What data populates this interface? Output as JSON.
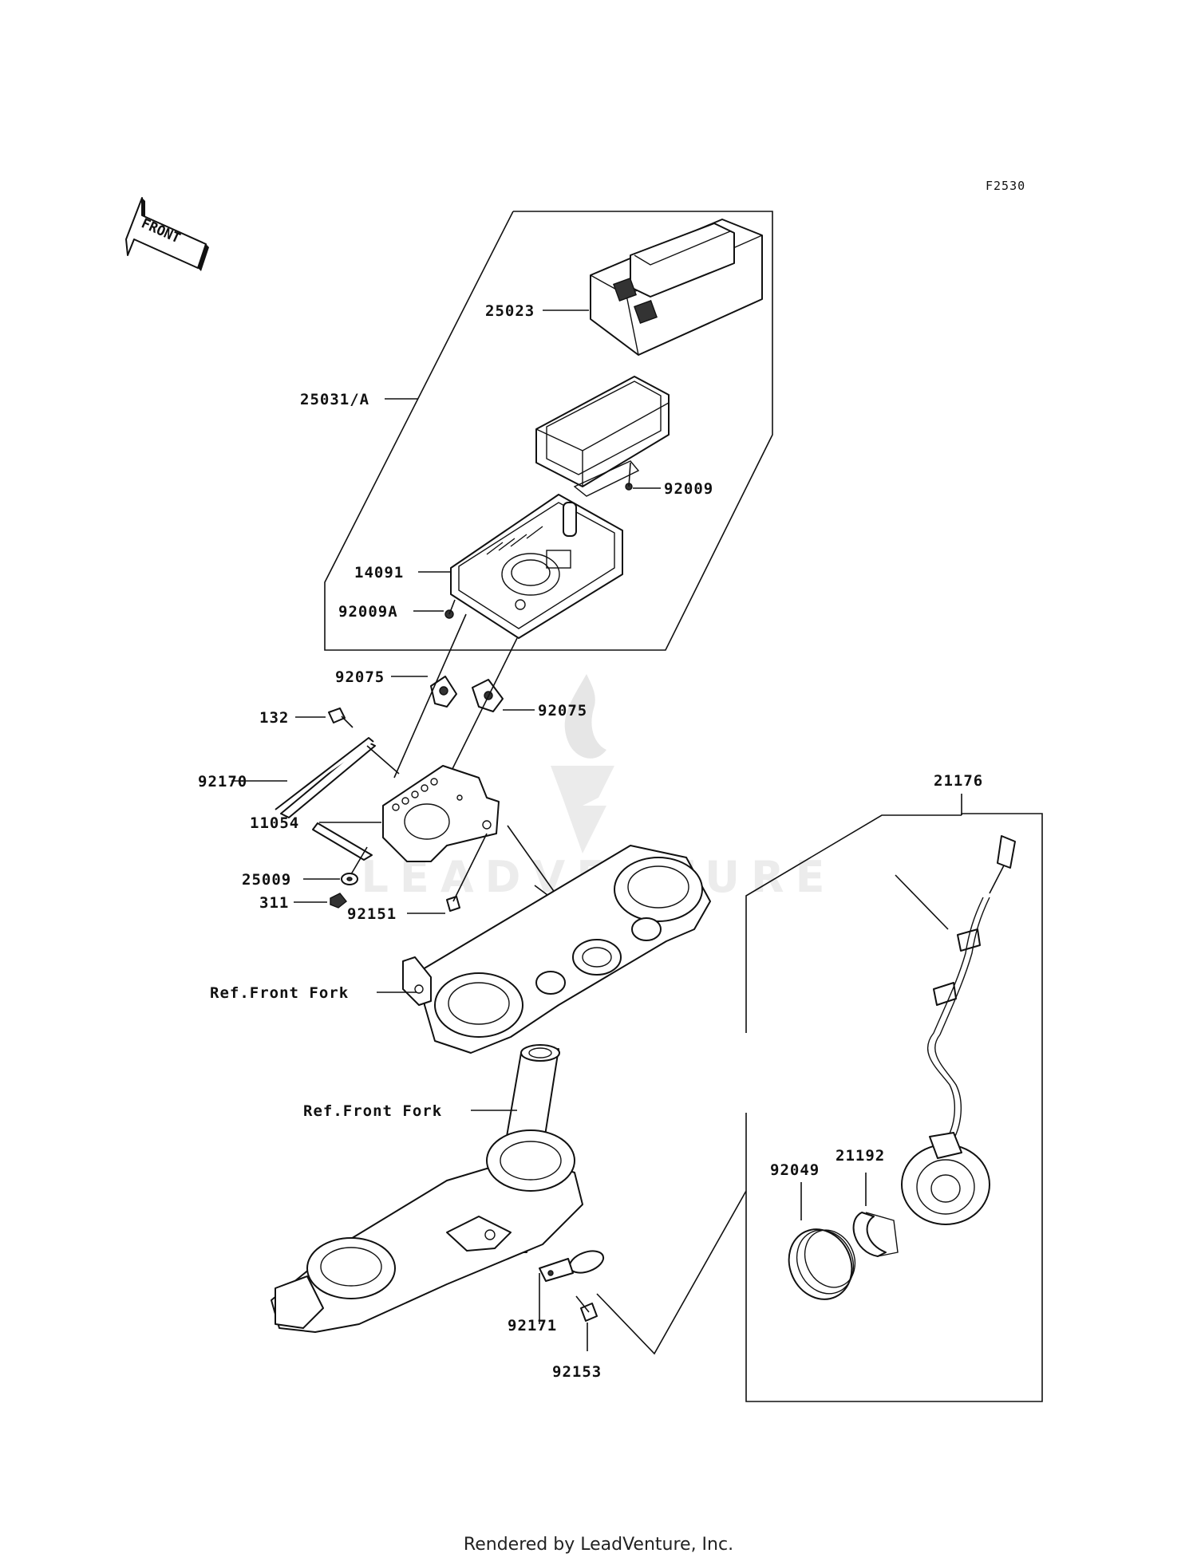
{
  "diagram_code": "F2530",
  "front_indicator": "FRONT",
  "watermark": "LEADVENTURE",
  "labels": {
    "p25023": "25023",
    "p25031A": "25031/A",
    "p92009": "92009",
    "p14091": "14091",
    "p92009A": "92009A",
    "p92075_left": "92075",
    "p92075_right": "92075",
    "p132": "132",
    "p92170": "92170",
    "p11054": "11054",
    "p25009": "25009",
    "p311": "311",
    "p92151": "92151",
    "ref_front_fork_upper": "Ref.Front Fork",
    "ref_front_fork_lower": "Ref.Front Fork",
    "p21176": "21176",
    "p21192": "21192",
    "p92049": "92049",
    "p92171": "92171",
    "p92153": "92153"
  },
  "footer": "Rendered by LeadVenture, Inc."
}
